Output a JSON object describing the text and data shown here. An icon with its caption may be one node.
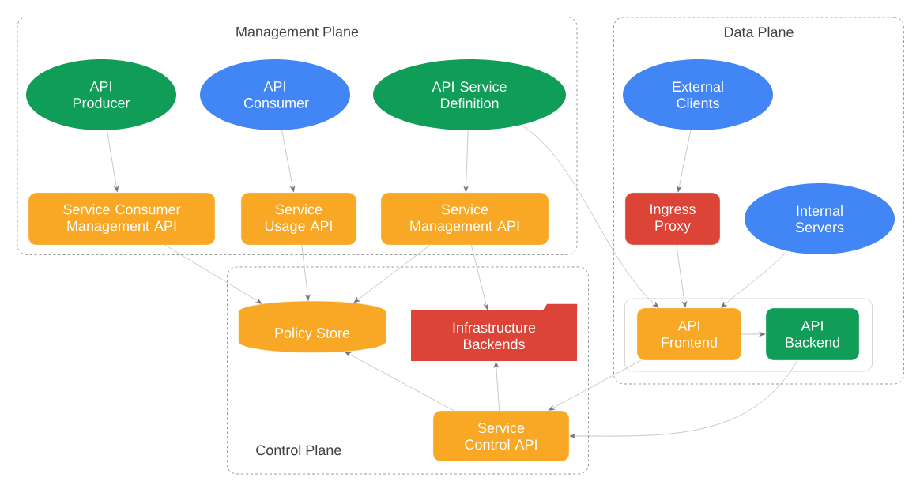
{
  "diagram": {
    "nodes": [
      {
        "text": [
          "Management Plane"
        ]
      },
      {
        "text": [
          "API Producer"
        ],
        "in": 0
      },
      {
        "text": [
          "API Consumer"
        ],
        "in": 0
      },
      {
        "text": [
          "API Service Definition"
        ],
        "in": 0
      },
      {
        "text": [
          "Service Consumer Management API"
        ],
        "in": 0
      },
      {
        "text": [
          "Service Usage API"
        ],
        "in": 0
      },
      {
        "text": [
          "Service Management API"
        ],
        "in": 0
      },
      {
        "text": [
          "Data Plane"
        ]
      },
      {
        "text": [
          "External Clients"
        ],
        "in": 7
      },
      {
        "text": [
          "Ingress Proxy"
        ],
        "in": 7
      },
      {
        "text": [
          "Internal Servers"
        ],
        "in": 7
      },
      {
        "text": [],
        "shape": "box",
        "in": 7
      },
      {
        "text": [
          "API Frontend"
        ],
        "in": 11
      },
      {
        "text": [
          "API Backend"
        ],
        "in": 11
      },
      {
        "text": [
          "Control Plane"
        ]
      },
      {
        "text": [
          "Policy Store"
        ],
        "in": 14
      },
      {
        "text": [
          "Infrastructure Backends"
        ],
        "in": 14
      },
      {
        "text": [
          "Service Control API"
        ],
        "in": 14
      }
    ],
    "edges": [
      {
        "from": 1,
        "to": 4,
        "arrow": "to"
      },
      {
        "from": 2,
        "to": 5,
        "arrow": "to"
      },
      {
        "from": 3,
        "to": 6,
        "arrow": "to"
      },
      {
        "from": 3,
        "to": 12,
        "arrow": "to"
      },
      {
        "from": 8,
        "to": 9,
        "arrow": "to"
      },
      {
        "from": 9,
        "to": 12,
        "arrow": "to"
      },
      {
        "from": 10,
        "to": 12,
        "arrow": "to"
      },
      {
        "from": 4,
        "to": 15,
        "arrow": "to"
      },
      {
        "from": 5,
        "to": 15,
        "arrow": "to"
      },
      {
        "from": 6,
        "to": 15,
        "arrow": "to"
      },
      {
        "from": 6,
        "to": 16,
        "arrow": "to"
      },
      {
        "from": 12,
        "to": 13,
        "arrow": "to"
      },
      {
        "from": 12,
        "to": 17,
        "arrow": "to"
      },
      {
        "from": 13,
        "to": 17,
        "arrow": "to"
      },
      {
        "from": 17,
        "to": 15,
        "arrow": "to"
      },
      {
        "from": 17,
        "to": 16,
        "arrow": "to"
      }
    ]
  }
}
